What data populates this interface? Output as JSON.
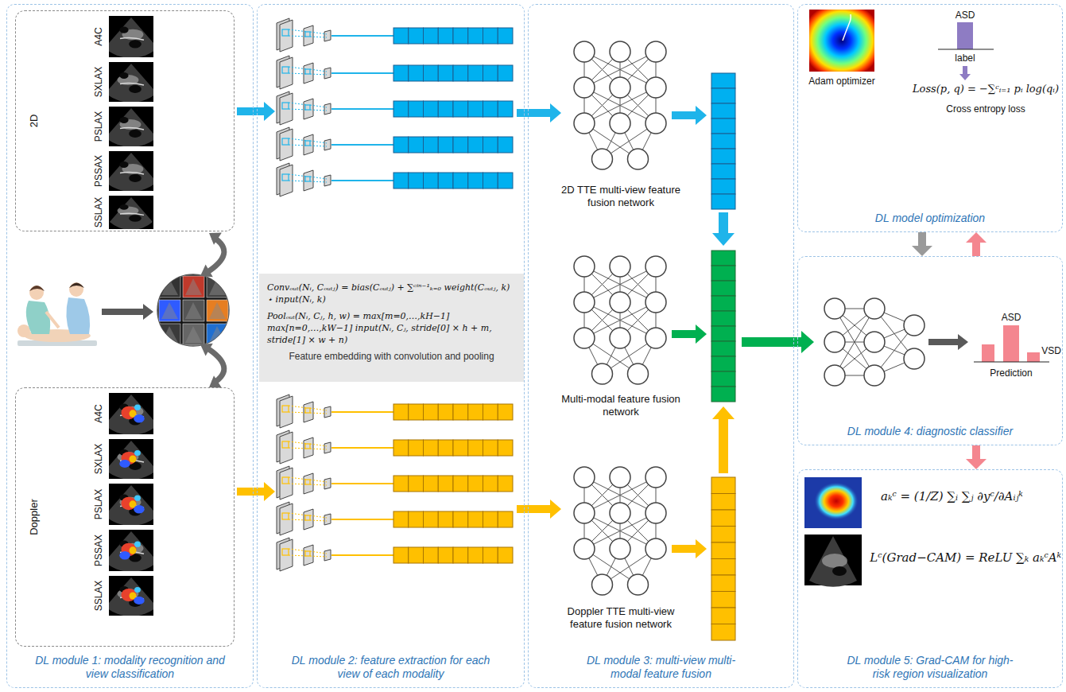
{
  "diagram": {
    "nodes": [
      {
        "text": [
          "DL module 1: modality recognition and view classification"
        ]
      },
      {
        "text": [
          "2D"
        ],
        "in": 0
      },
      {
        "text": [
          "A4C"
        ],
        "in": 1
      },
      {
        "text": [
          "SXLAX"
        ],
        "in": 1
      },
      {
        "text": [
          "PSLAX"
        ],
        "in": 1
      },
      {
        "text": [
          "PSSAX"
        ],
        "in": 1
      },
      {
        "text": [
          "SSLAX"
        ],
        "in": 1
      },
      {
        "text": [
          "Doppler"
        ],
        "in": 0
      },
      {
        "text": [
          "A4C"
        ],
        "in": 7
      },
      {
        "text": [
          "SXLAX"
        ],
        "in": 7
      },
      {
        "text": [
          "PSLAX"
        ],
        "in": 7
      },
      {
        "text": [
          "PSSAX"
        ],
        "in": 7
      },
      {
        "text": [
          "SSLAX"
        ],
        "in": 7
      },
      {
        "text": [
          "DL module 2: feature extraction for each view of each modality"
        ]
      },
      {
        "text": [
          "Convₒᵤₜ(Nᵢ, Cₒᵤₜⱼ) = bias(Cₒᵤₜⱼ) + ∑ᶜⁱⁿ⁻¹ₖ₌₀ weight(Cₒᵤₜⱼ, k) ⋆ input(Nᵢ, k)",
          "Poolₒᵤₜ(Nᵢ, Cⱼ, h, w) = max[m=0,…,kH−1] max[n=0,…,kW−1] input(Nᵢ, Cⱼ, stride[0] × h + m, stride[1] × w + n)",
          "Feature embedding with convolution and pooling"
        ],
        "in": 13
      },
      {
        "text": [
          "DL module 3: multi-view multi-modal feature fusion"
        ]
      },
      {
        "text": [
          "2D TTE multi-view feature fusion network"
        ],
        "in": 15
      },
      {
        "text": [
          "Multi-modal feature fusion network"
        ],
        "in": 15
      },
      {
        "text": [
          "Doppler TTE multi-view feature fusion network"
        ],
        "in": 15
      },
      {
        "text": [
          "DL model optimization"
        ]
      },
      {
        "text": [
          "DL module 4: diagnostic classifier"
        ]
      },
      {
        "text": [
          "DL module 5: Grad-CAM for high-risk region visualization"
        ]
      }
    ],
    "edges": [
      {
        "from": 19,
        "to": 20,
        "arrow": "to"
      },
      {
        "from": 20,
        "to": 19,
        "arrow": "to"
      },
      {
        "from": 20,
        "to": 21,
        "arrow": "to"
      }
    ],
    "labels": [
      "Adam optimizer",
      "ASD",
      "label",
      "Loss(p, q) = −∑ᶜᵢ₌₁ pᵢ log(qᵢ)",
      "Cross entropy loss",
      "ASD",
      "VSD",
      "Prediction",
      "aₖᶜ = (1/Z) ∑ᵢ ∑ⱼ ∂yᶜ/∂Aᵢⱼᵏ",
      "Lᶜ(Grad−CAM) = ReLU ∑ₖ aₖᶜAᵏ"
    ]
  }
}
